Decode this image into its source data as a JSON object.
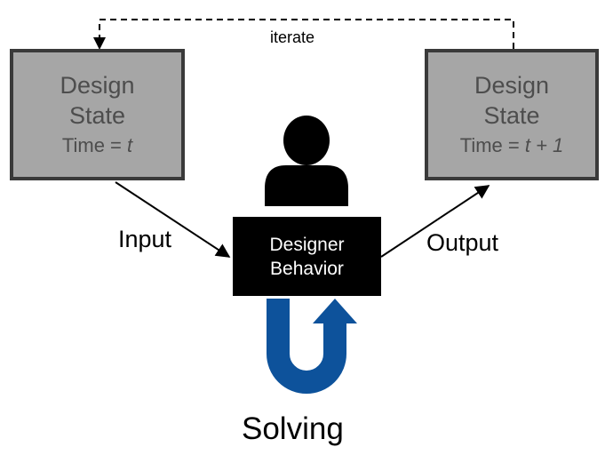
{
  "diagram": {
    "iterate_label": "iterate",
    "input_label": "Input",
    "output_label": "Output",
    "solving_label": "Solving",
    "left_state": {
      "line1": "Design",
      "line2": "State",
      "time_prefix": "Time = ",
      "time_value": "t"
    },
    "right_state": {
      "line1": "Design",
      "line2": "State",
      "time_prefix": "Time = ",
      "time_value": "t + 1"
    },
    "designer": {
      "line1": "Designer",
      "line2": "Behavior"
    },
    "colors": {
      "state_fill": "#a6a6a6",
      "state_border": "#3a3a3a",
      "state_text": "#4d4d4d",
      "designer_fill": "#000000",
      "loop_arrow": "#0d529b"
    },
    "icons": [
      "person-icon",
      "u-turn-arrow-icon"
    ]
  }
}
